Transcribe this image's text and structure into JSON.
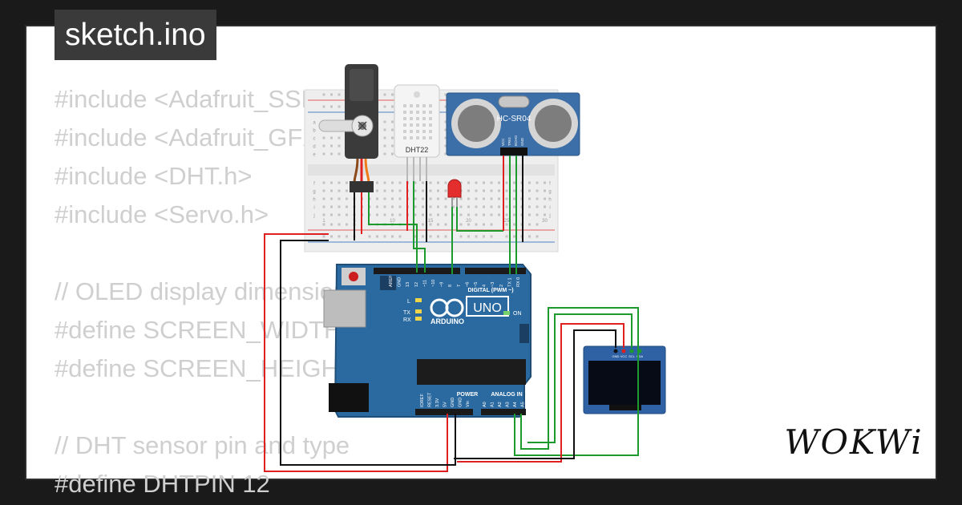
{
  "file_tab": {
    "label": "sketch.ino"
  },
  "code_lines": [
    "#include <Adafruit_SSD1306.h>",
    "#include <Adafruit_GFX.h>",
    "#include <DHT.h>",
    "#include <Servo.h>",
    "",
    "// OLED display dimensions",
    "#define SCREEN_WIDTH 128",
    "#define SCREEN_HEIGHT 64",
    "",
    "// DHT sensor pin and type",
    "#define DHTPIN 12"
  ],
  "circuit": {
    "ultrasonic": {
      "name": "HC-SR04",
      "pins": [
        "VCC",
        "TRIG",
        "ECHO",
        "GND"
      ]
    },
    "dht": {
      "name": "DHT22"
    },
    "arduino": {
      "model": "UNO",
      "brand": "ARDUINO",
      "header_digital": "DIGITAL (PWM ~)",
      "header_power": "POWER",
      "header_analog": "ANALOG IN",
      "led_l": "L",
      "led_tx": "TX",
      "led_rx": "RX",
      "led_on": "ON",
      "digital_pins": [
        "AREF",
        "GND",
        "13",
        "12",
        "~11",
        "~10",
        "~9",
        "8",
        "7",
        "~6",
        "~5",
        "4",
        "~3",
        "2",
        "TX 1",
        "RX 0"
      ],
      "power_pins": [
        "IOREF",
        "RESET",
        "3.3V",
        "5V",
        "GND",
        "GND",
        "Vin"
      ],
      "analog_pins": [
        "A0",
        "A1",
        "A2",
        "A3",
        "A4",
        "A5"
      ]
    },
    "oled": {
      "pins": [
        "GND",
        "VCC",
        "SCL",
        "SDA"
      ]
    },
    "breadboard": {
      "rows_top": [
        "a",
        "b",
        "c",
        "d",
        "e"
      ],
      "rows_bottom": [
        "f",
        "g",
        "h",
        "i",
        "j"
      ],
      "columns": [
        "1",
        "5",
        "10",
        "15",
        "20",
        "25",
        "30"
      ]
    }
  },
  "brand": {
    "label": "WOKWi"
  },
  "colors": {
    "background": "#1a1a1a",
    "card": "#ffffff",
    "tab": "#3a3a3a",
    "code_text": "#cfcfcf",
    "arduino_blue": "#2b6aa0",
    "hc_sr04_blue": "#3c6fa8",
    "wire_red": "#e02020",
    "wire_black": "#111111",
    "wire_green": "#1c9a2e",
    "servo_orange": "#f07a1a"
  }
}
